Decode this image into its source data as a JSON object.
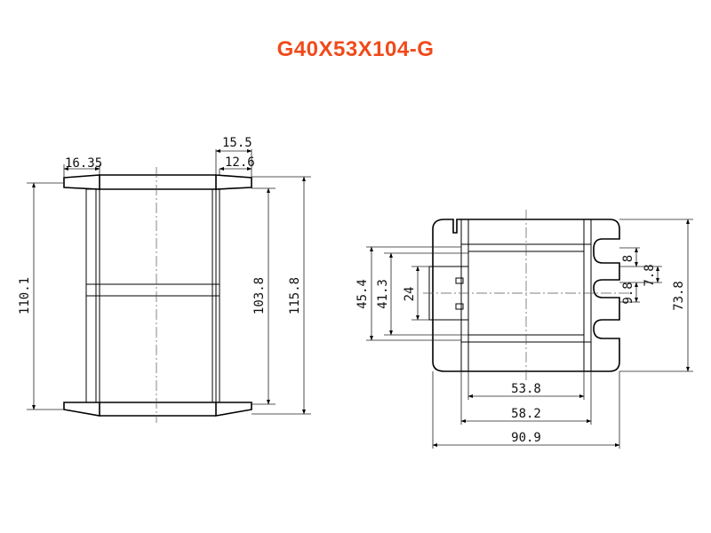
{
  "title": {
    "text": "G40X53X104-G",
    "color": "#f04a1a"
  },
  "front_view": {
    "dims": {
      "flange_inner_width": "16.35",
      "flange_outer": "15.5",
      "flange_inner": "12.6",
      "height_overall": "110.1",
      "height_inner": "103.8",
      "height_total": "115.8"
    }
  },
  "top_view": {
    "dims": {
      "slot_outer": "45.4",
      "slot_inner": "41.3",
      "tab_width": "24",
      "pin_pitch_a": "8",
      "pin_width": "7.8",
      "pin_pitch_b": "9.8",
      "depth_total": "73.8",
      "core_width": "53.8",
      "window_width": "58.2",
      "overall_width": "90.9"
    }
  }
}
